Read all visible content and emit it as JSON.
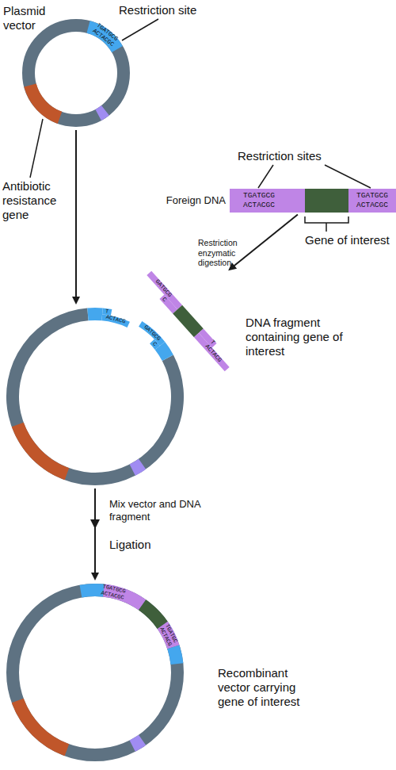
{
  "diagram": {
    "nodes": [
      {
        "text": [
          "Plasmid vector",
          "TGATGCG",
          "ACTACGC"
        ]
      },
      {
        "text": [
          "Foreign DNA",
          "TGATGCG",
          "ACTACGC",
          "TGATGCG",
          "ACTACGC"
        ]
      },
      {
        "text": [
          "DNA fragment containing gene of interest",
          "GATGCG",
          "C",
          "T",
          "ACTACG"
        ]
      },
      {
        "text": [
          "T",
          "ACTACG",
          "GATGCG",
          "C"
        ]
      },
      {
        "text": [
          "Recombinant vector carrying gene of interest",
          "TGATGCG",
          "ACTACGC",
          "TGATGC",
          "ACTACG"
        ]
      }
    ],
    "edges": [
      {
        "from": 0,
        "to": 3,
        "arrow": "to"
      },
      {
        "from": 1,
        "to": 2,
        "label": "Restriction enzymatic digestion",
        "arrow": "to"
      },
      {
        "from": 3,
        "to": 4,
        "label": "Mix vector and DNA fragment",
        "arrow": "to"
      }
    ],
    "labels": [
      "Restriction site",
      "Antibiotic resistance gene",
      "Restriction sites",
      "Gene of interest",
      "Ligation"
    ]
  }
}
